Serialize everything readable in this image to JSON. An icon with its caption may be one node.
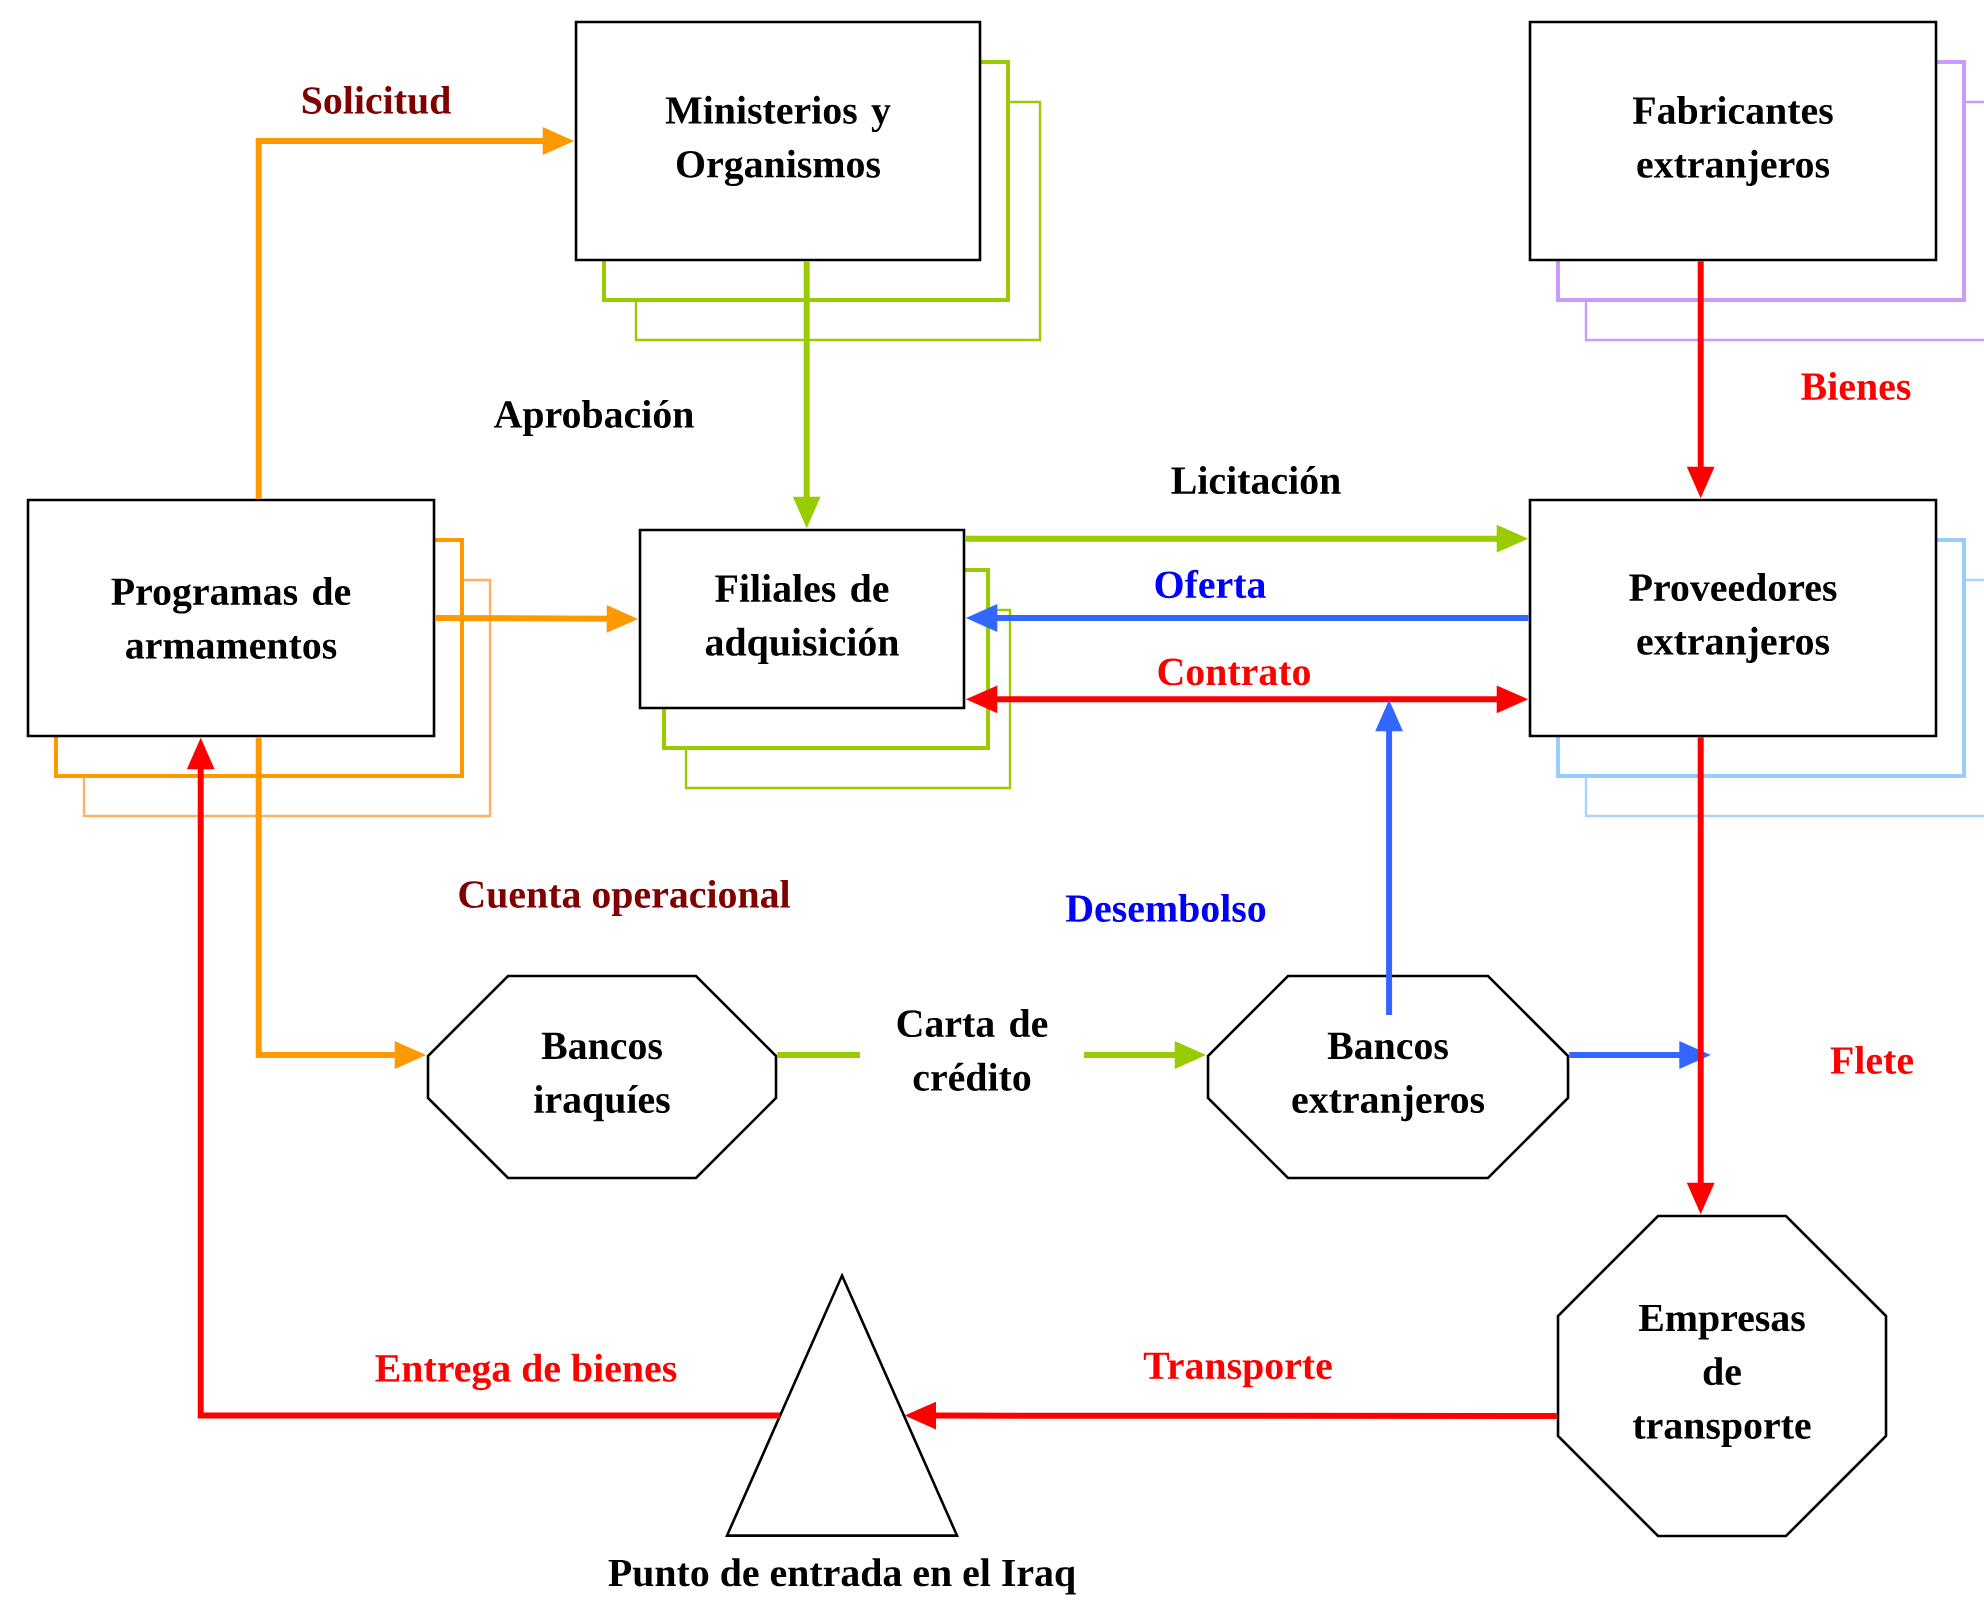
{
  "diagram": {
    "nodes": [
      {
        "text": [
          "Ministerios y Organismos"
        ]
      },
      {
        "text": [
          "Fabricantes extranjeros"
        ]
      },
      {
        "text": [
          "Programas de armamentos"
        ]
      },
      {
        "text": [
          "Filiales de adquisición"
        ]
      },
      {
        "text": [
          "Proveedores extranjeros"
        ]
      },
      {
        "text": [
          "Bancos iraquíes"
        ]
      },
      {
        "text": [
          "Bancos extranjeros"
        ]
      },
      {
        "text": [
          "Empresas de transporte"
        ]
      },
      {
        "text": [],
        "shape": "triangle",
        "beside": [
          "Punto de entrada en el Iraq"
        ]
      }
    ],
    "edges": [
      {
        "from": 2,
        "to": 0,
        "arrow": "to",
        "label": "Solicitud",
        "color": "#ff9900"
      },
      {
        "from": 0,
        "to": 3,
        "arrow": "to",
        "label": "Aprobación",
        "color": "#99cc00"
      },
      {
        "from": 1,
        "to": 4,
        "arrow": "to",
        "label": "Bienes",
        "color": "#ff0000"
      },
      {
        "from": 2,
        "to": 3,
        "arrow": "to",
        "color": "#ff9900"
      },
      {
        "from": 3,
        "to": 4,
        "arrow": "to",
        "label": "Licitación",
        "color": "#99cc00"
      },
      {
        "from": 4,
        "to": 3,
        "arrow": "to",
        "label": "Oferta",
        "color": "#3366ff"
      },
      {
        "from": 3,
        "to": 4,
        "arrow": "both",
        "label": "Contrato",
        "color": "#ff0000"
      },
      {
        "from": 6,
        "to": null,
        "arrow": "to",
        "label": "Desembolso",
        "color": "#3366ff"
      },
      {
        "from": 2,
        "to": 5,
        "arrow": "to",
        "label": "Cuenta operacional",
        "color": "#ff9900"
      },
      {
        "from": 5,
        "to": 6,
        "arrow": "to",
        "label": "Carta de crédito",
        "color": "#99cc00"
      },
      {
        "from": 6,
        "to": null,
        "arrow": "to",
        "color": "#3366ff"
      },
      {
        "from": 4,
        "to": 7,
        "arrow": "to",
        "label": "Flete",
        "color": "#ff0000"
      },
      {
        "from": 7,
        "to": 8,
        "arrow": "to",
        "label": "Transporte",
        "color": "#ff0000"
      },
      {
        "from": 8,
        "to": 2,
        "arrow": "to",
        "label": "Entrega de bienes",
        "color": "#ff0000"
      }
    ]
  }
}
